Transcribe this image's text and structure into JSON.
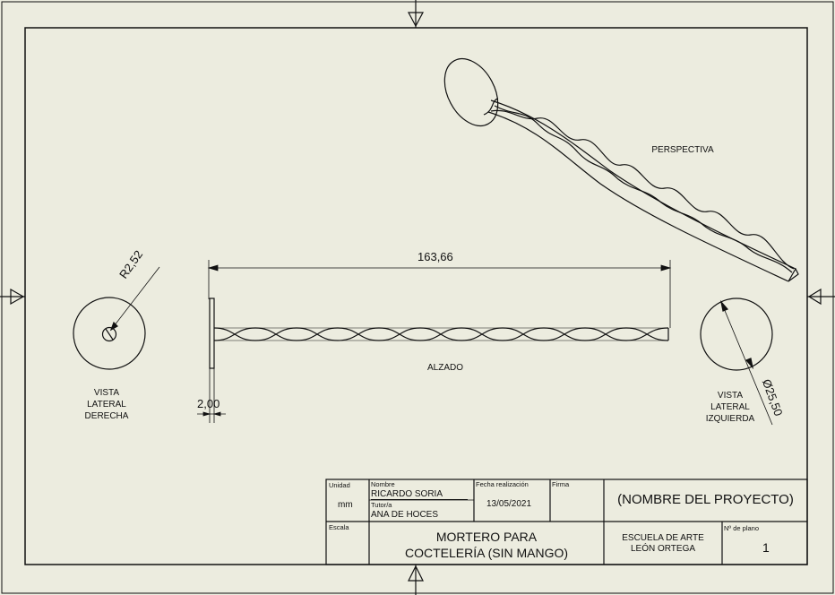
{
  "views": {
    "perspective_label": "PERSPECTIVA",
    "elevation_label": "ALZADO",
    "right_side_label": [
      "VISTA",
      "LATERAL",
      "DERECHA"
    ],
    "left_side_label": [
      "VISTA",
      "LATERAL",
      "IZQUIERDA"
    ]
  },
  "dimensions": {
    "overall_length": "163,66",
    "head_thickness": "2,00",
    "radius": "R2,52",
    "diameter": "Ø25,50"
  },
  "title_block": {
    "unit_header": "Unidad",
    "unit_value": "mm",
    "name_header": "Nombre",
    "name_value": "RICARDO SORIA",
    "tutor_header": "Tutor/a",
    "tutor_value": "ANA DE HOCES",
    "date_header": "Fecha realización",
    "date_value": "13/05/2021",
    "signature_header": "Firma",
    "project_name": "(NOMBRE DEL PROYECTO)",
    "scale_header": "Escala",
    "drawing_title_line1": "MORTERO PARA",
    "drawing_title_line2": "COCTELERÍA (SIN MANGO)",
    "school_line1": "ESCUELA DE ARTE",
    "school_line2": "LEÓN ORTEGA",
    "plan_number_header": "Nº de plano",
    "plan_number_value": "1"
  },
  "colors": {
    "paper": "#ececdf",
    "line": "#111111"
  }
}
